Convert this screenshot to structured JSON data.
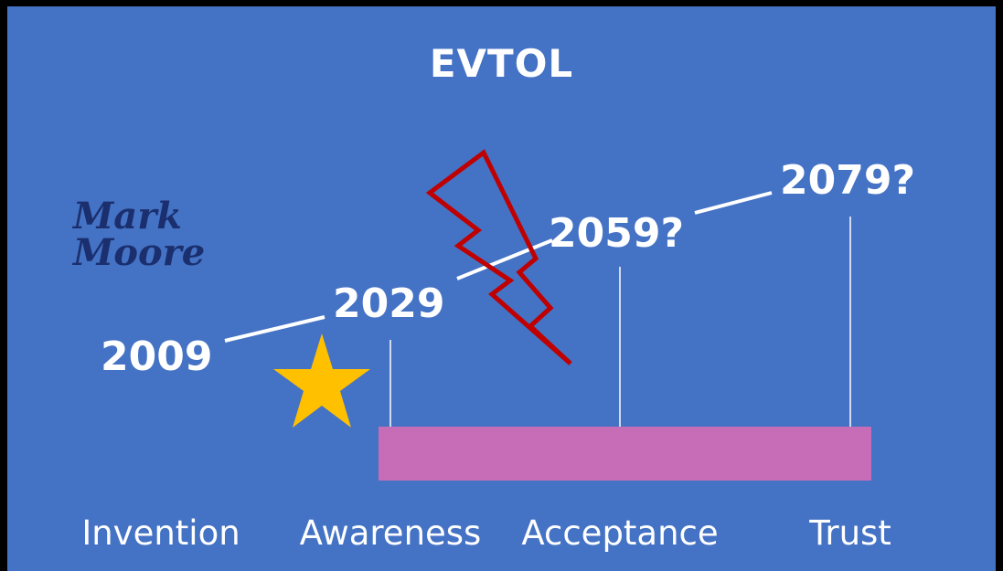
{
  "title": "EVTOL",
  "author": {
    "line1": "Mark",
    "line2": "Moore"
  },
  "years": [
    "2009",
    "2029",
    "2059?",
    "2079?"
  ],
  "stages": [
    "Invention",
    "Awareness",
    "Acceptance",
    "Trust"
  ],
  "colors": {
    "background": "#4472c4",
    "bar": "#c76cb6",
    "star": "#ffc000",
    "lightning": "#c00000",
    "author": "#1b2f6e"
  },
  "icons": [
    "star-icon",
    "lightning-bolt-icon"
  ]
}
